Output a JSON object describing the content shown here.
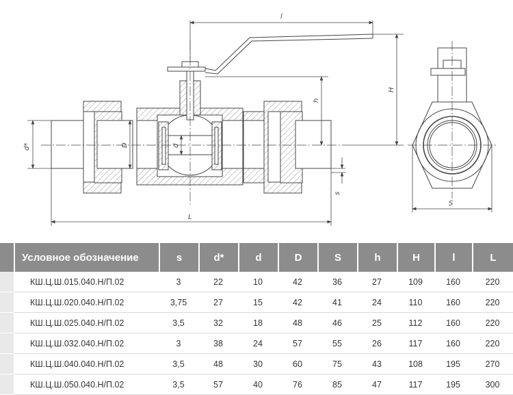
{
  "drawing": {
    "labels": {
      "handle_length": "l",
      "total_length": "L",
      "height_H": "H",
      "height_h": "h",
      "outer_diameter": "d*",
      "inner_D": "D",
      "inner_d": "d",
      "wall_s": "s",
      "hex_S": "S"
    }
  },
  "table": {
    "headers": [
      "Условное обозначение",
      "s",
      "d*",
      "d",
      "D",
      "S",
      "h",
      "H",
      "l",
      "L"
    ],
    "rows": [
      [
        "КШ.Ц.Ш.015.040.Н/П.02",
        "3",
        "22",
        "10",
        "42",
        "36",
        "27",
        "109",
        "160",
        "220"
      ],
      [
        "КШ.Ц.Ш.020.040.Н/П.02",
        "3,75",
        "27",
        "15",
        "42",
        "41",
        "24",
        "110",
        "160",
        "220"
      ],
      [
        "КШ.Ц.Ш.025.040.Н/П.02",
        "3,5",
        "32",
        "18",
        "48",
        "46",
        "25",
        "112",
        "160",
        "220"
      ],
      [
        "КШ.Ц.Ш.032.040.Н/П.02",
        "3",
        "38",
        "24",
        "57",
        "55",
        "26",
        "117",
        "160",
        "220"
      ],
      [
        "КШ.Ц.Ш.040.040.Н/П.02",
        "3,5",
        "48",
        "30",
        "60",
        "75",
        "43",
        "108",
        "195",
        "270"
      ],
      [
        "КШ.Ц.Ш.050.040.Н/П.02",
        "3,5",
        "57",
        "40",
        "76",
        "85",
        "47",
        "117",
        "195",
        "300"
      ]
    ]
  }
}
